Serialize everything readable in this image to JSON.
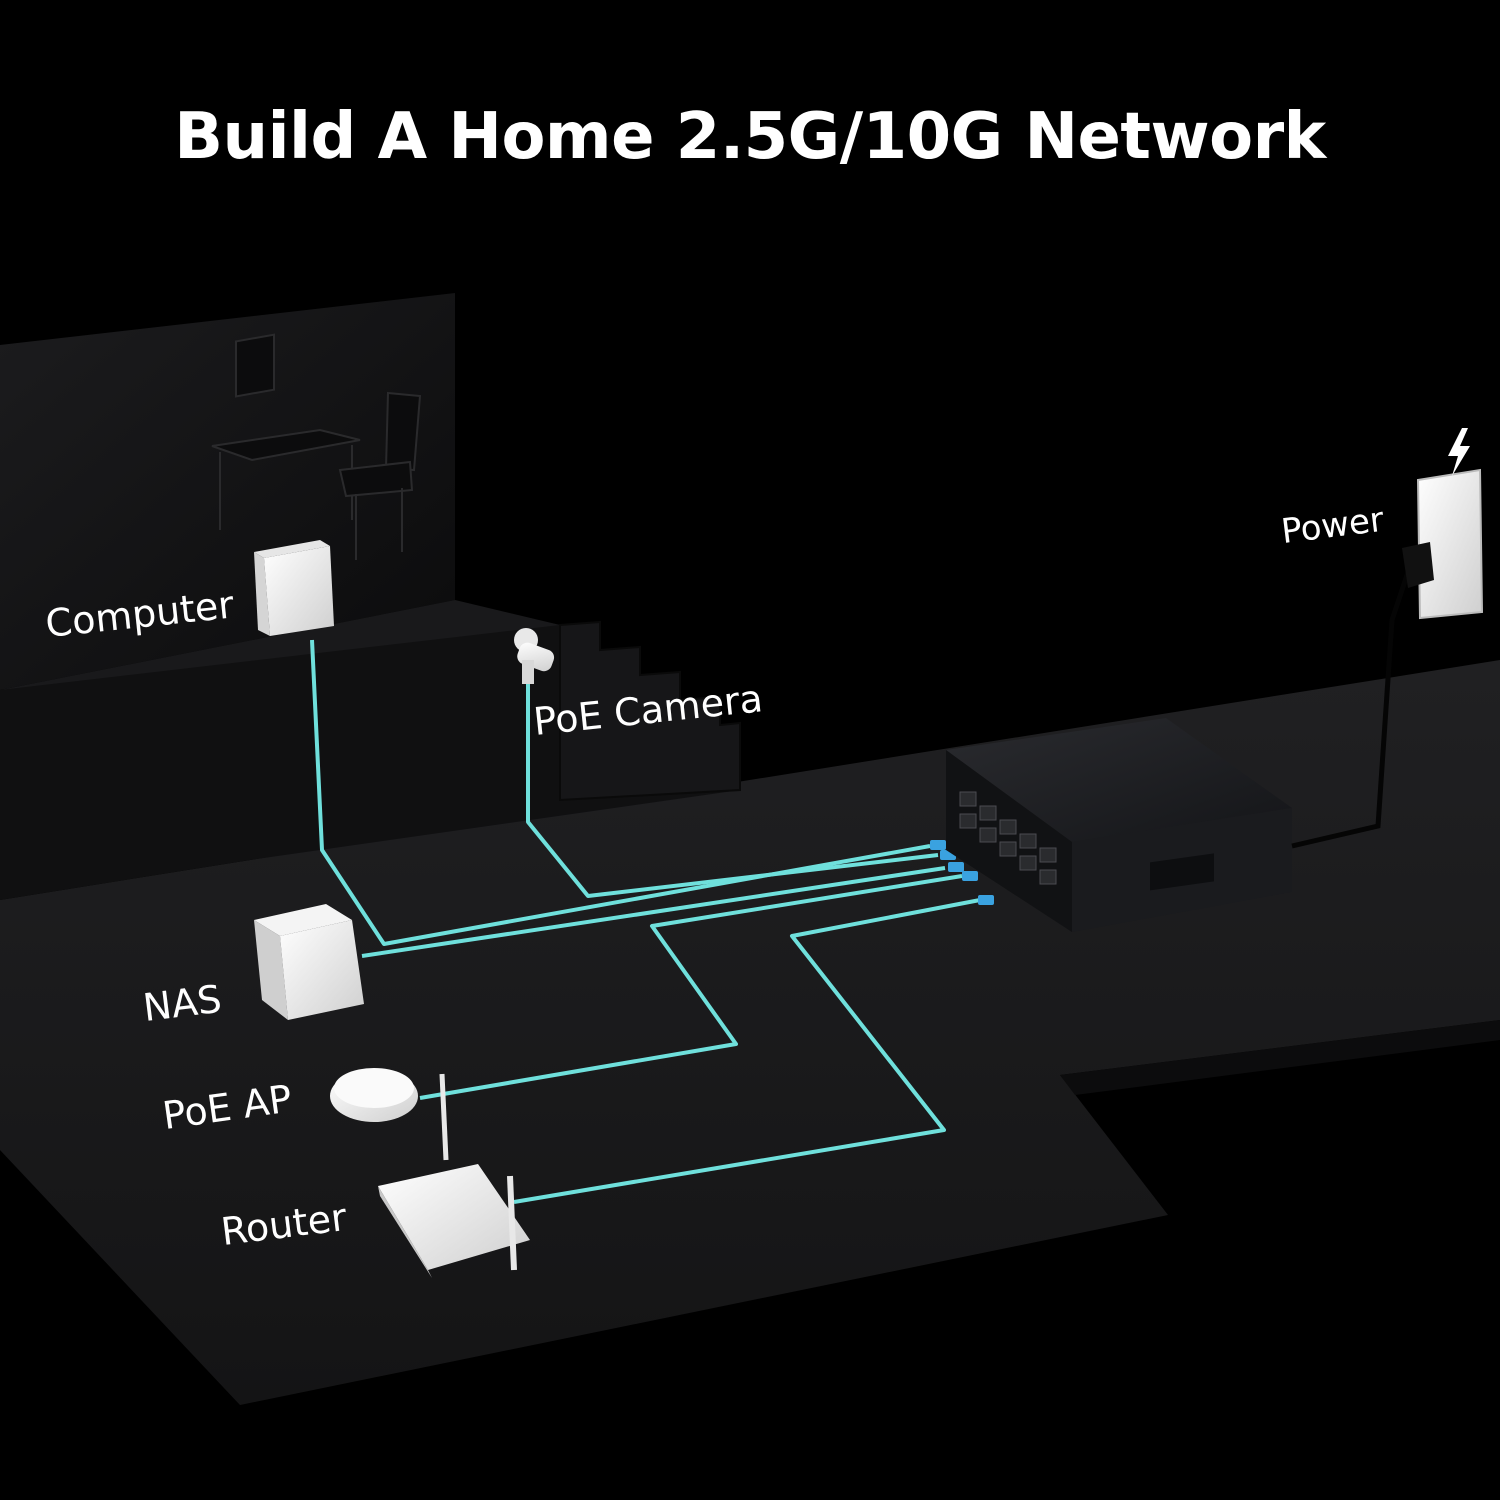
{
  "title": "Build A Home 2.5G/10G Network",
  "devices": {
    "computer": "Computer",
    "poe_camera": "PoE Camera",
    "power": "Power",
    "nas": "NAS",
    "poe_ap": "PoE AP",
    "router": "Router"
  },
  "colors": {
    "background": "#000000",
    "cable": "#6fe0dc",
    "switch": "#1c1d20",
    "device": "#f2f2f2"
  }
}
